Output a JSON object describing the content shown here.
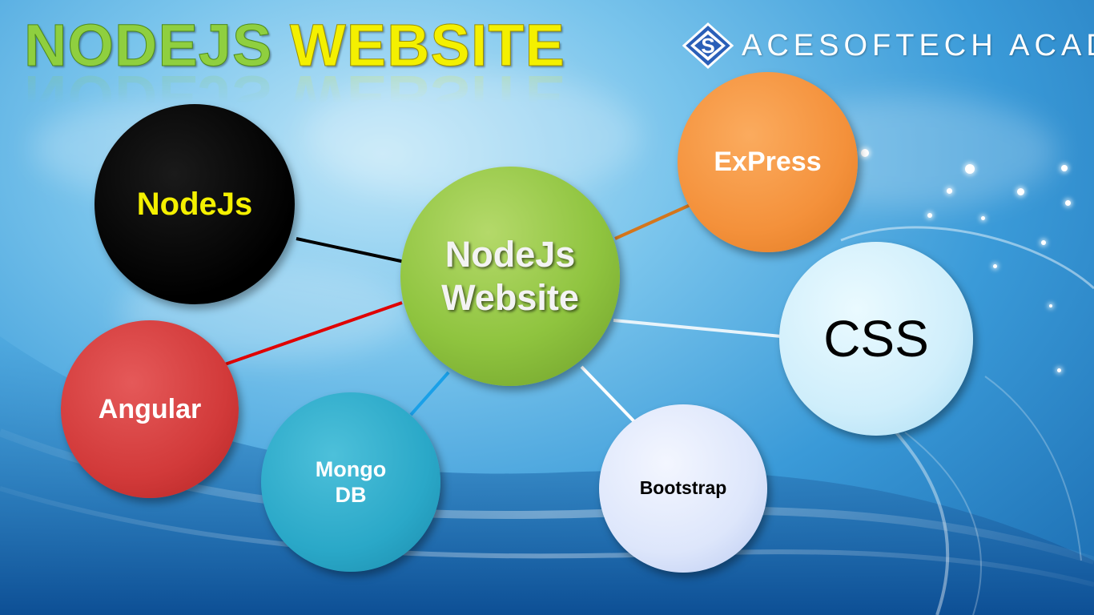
{
  "title": {
    "word1": "NODEJS",
    "word2": "WEBSITE"
  },
  "logo": {
    "text": "ACESOFTECH ACADEMY",
    "icon": "s-diamond-logo-icon"
  },
  "center_node": {
    "line1": "NodeJs",
    "line2": "Website"
  },
  "nodes": {
    "nodejs": {
      "label": "NodeJs"
    },
    "express": {
      "label": "ExPress"
    },
    "css": {
      "label": "CSS"
    },
    "angular": {
      "label": "Angular"
    },
    "mongodb": {
      "line1": "Mongo",
      "line2": "DB"
    },
    "bootstrap": {
      "label": "Bootstrap"
    }
  },
  "colors": {
    "nodejs_fill": "#000000",
    "nodejs_text": "#f4f000",
    "center_fill": "#8fc43f",
    "express_fill": "#f4913b",
    "css_fill": "#cfeefb",
    "angular_fill": "#d23a3a",
    "mongodb_fill": "#2aa8c8",
    "bootstrap_fill": "#dde6fb",
    "title_green": "#8fcf3f",
    "title_yellow": "#f4f000"
  }
}
